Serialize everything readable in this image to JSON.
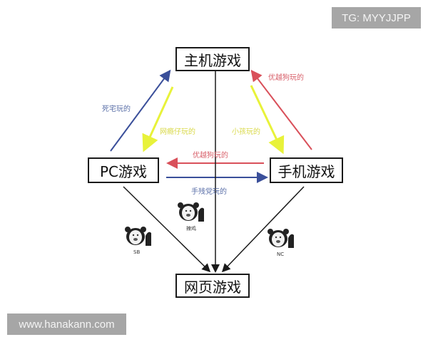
{
  "watermarks": {
    "top_right": "TG: MYYJJPP",
    "bottom_left": "www.hanakann.com"
  },
  "nodes": {
    "console": "主机游戏",
    "pc": "PC游戏",
    "mobile": "手机游戏",
    "web": "网页游戏"
  },
  "edge_labels": {
    "pc_to_console": "死宅玩的",
    "console_to_pc": "网瘾仔玩的",
    "mobile_to_console": "优越狗玩的",
    "console_to_mobile": "小孩玩的",
    "mobile_to_pc": "优越狗玩的",
    "pc_to_mobile": "手残党玩的"
  },
  "meme_captions": {
    "pc_to_web": "SB",
    "console_to_web": "辣鸡",
    "mobile_to_web": "NC"
  },
  "colors": {
    "blue": "#3a4f9a",
    "red": "#d9505a",
    "yellow": "#e8f23a",
    "black": "#1a1a1a",
    "label_blue": "#5a6fa8",
    "label_red": "#d8606a",
    "label_yellow": "#d9d94a"
  }
}
